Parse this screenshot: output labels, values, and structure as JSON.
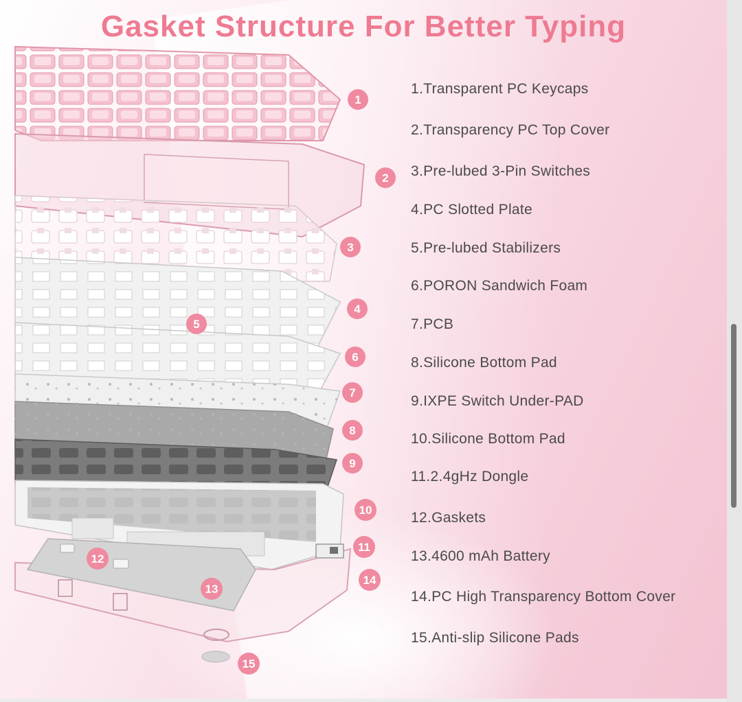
{
  "title": "Gasket Structure For Better Typing",
  "features": [
    "1.Transparent PC Keycaps",
    "2.Transparency PC Top Cover",
    "3.Pre-lubed 3-Pin Switches",
    "4.PC Slotted Plate",
    "5.Pre-lubed Stabilizers",
    "6.PORON Sandwich Foam",
    "7.PCB",
    "8.Silicone Bottom Pad",
    "9.IXPE Switch Under-PAD",
    "10.Silicone Bottom Pad",
    "11.2.4gHz Dongle",
    "12.Gaskets",
    "13.4600 mAh Battery",
    "14.PC High Transparency Bottom Cover",
    "15.Anti-slip Silicone Pads"
  ],
  "badges": [
    "1",
    "2",
    "3",
    "4",
    "5",
    "6",
    "7",
    "8",
    "9",
    "10",
    "11",
    "12",
    "13",
    "14",
    "15"
  ],
  "colors": {
    "title": "#ee7b92",
    "badge": "#ef8aa0",
    "text": "#4a4a4a",
    "background_pink": "#f3c3d2"
  }
}
